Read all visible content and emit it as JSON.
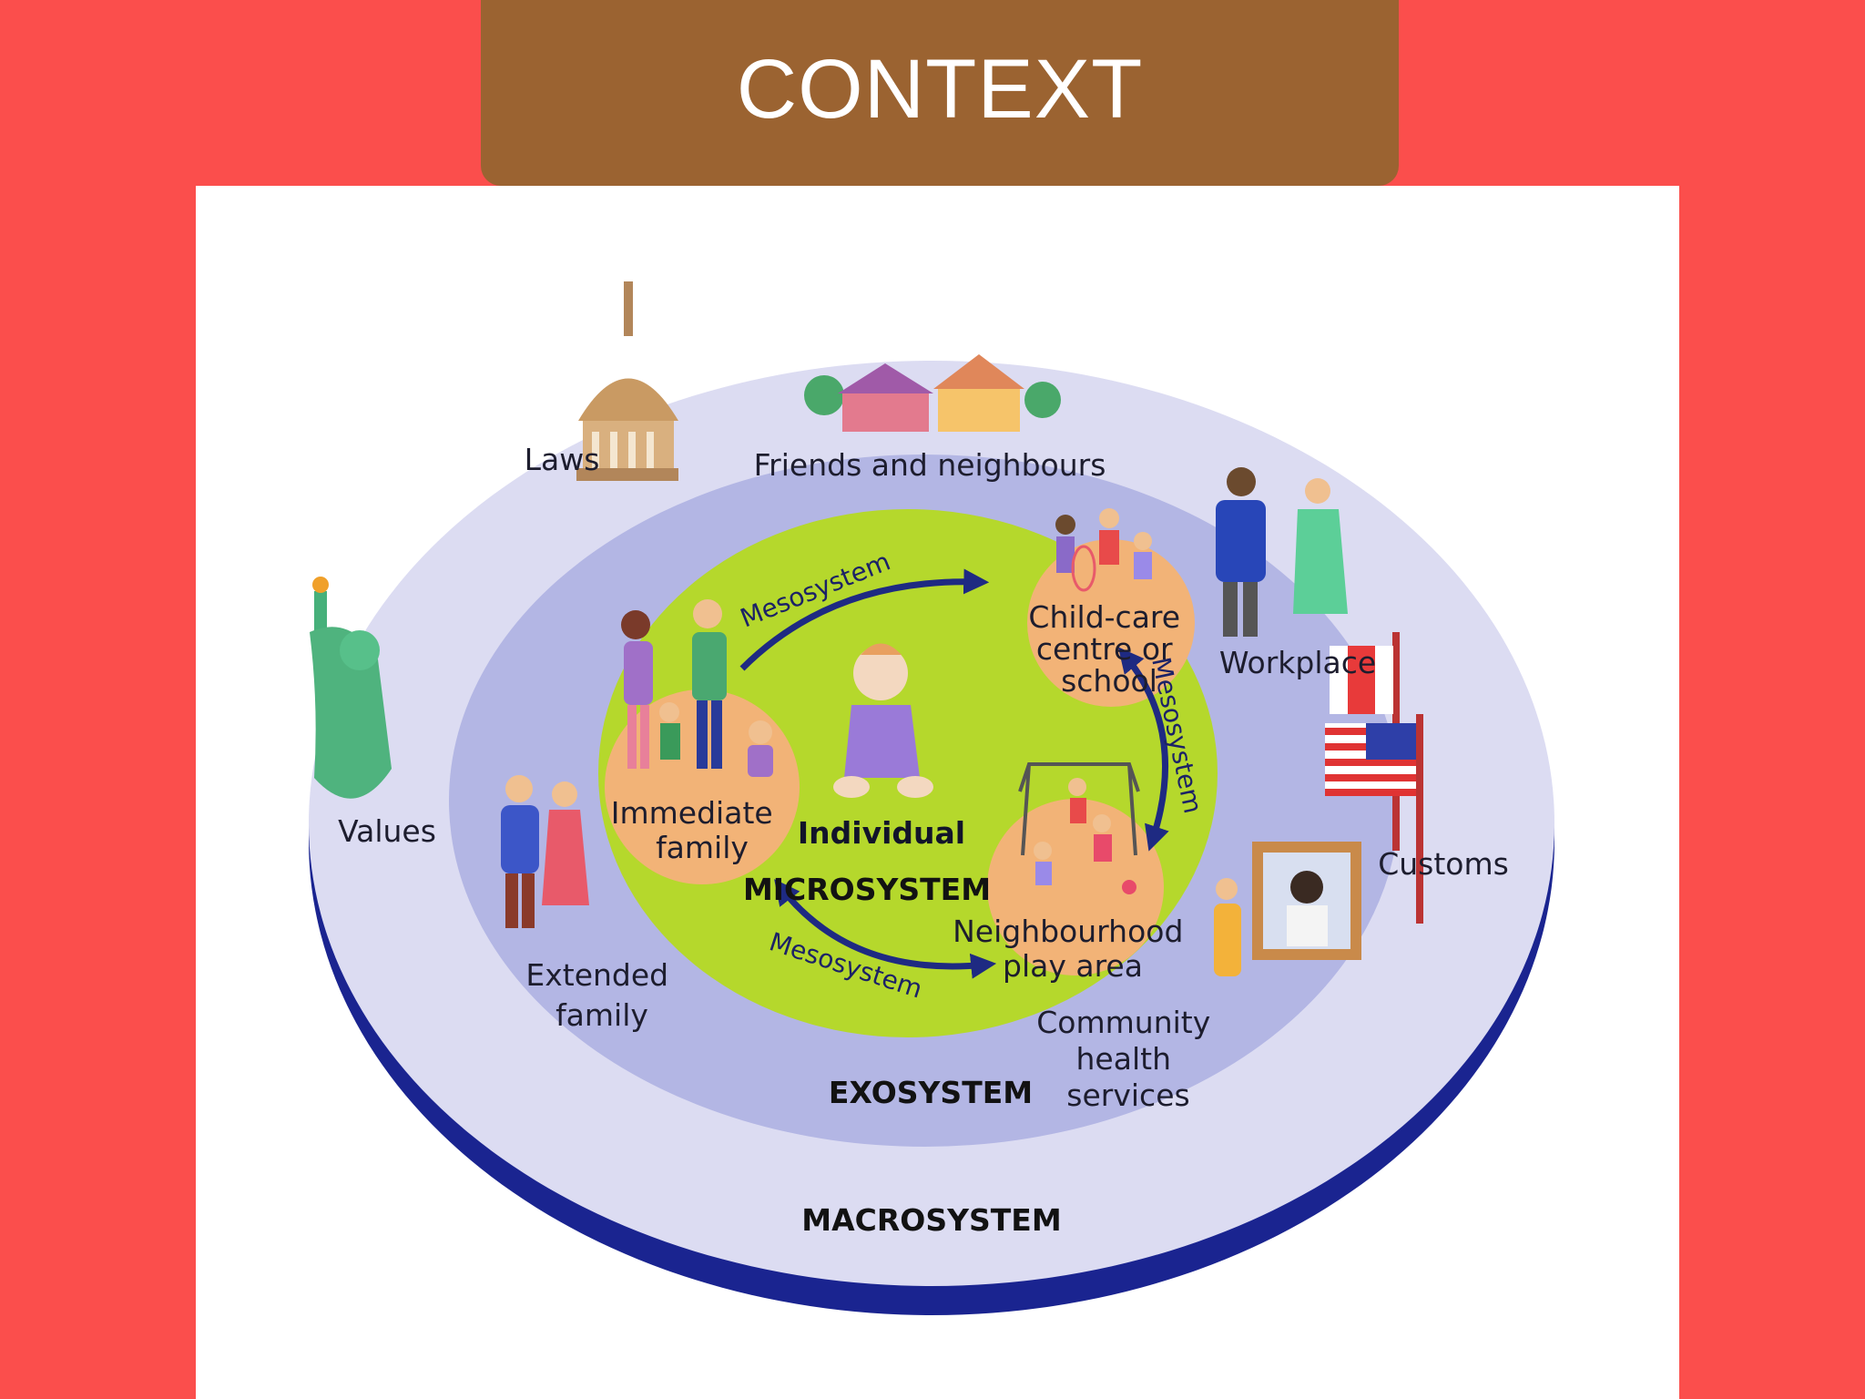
{
  "slide": {
    "title": "CONTEXT"
  },
  "diagram": {
    "levels": {
      "macrosystem": "MACROSYSTEM",
      "exosystem": "EXOSYSTEM",
      "microsystem": "MICROSYSTEM",
      "individual": "Individual"
    },
    "macro_items": {
      "laws": "Laws",
      "values": "Values",
      "customs": "Customs"
    },
    "exo_items": {
      "friends": "Friends and neighbours",
      "workplace": "Workplace",
      "extended_family": [
        "Extended",
        "family"
      ],
      "community_health": [
        "Community",
        "health",
        "services"
      ]
    },
    "micro_items": {
      "immediate_family": [
        "Immediate",
        "family"
      ],
      "childcare": [
        "Child-care",
        "centre or",
        "school"
      ],
      "play_area": [
        "Neighbourhood",
        "play area"
      ]
    },
    "mesosystem_label": "Mesosystem"
  },
  "colors": {
    "background": "#fb4e4c",
    "title_bar": "#9b6331",
    "macro_ring": "#dcdcf2",
    "exo_ring": "#b3b6e4",
    "micro_area": "#b5d82c",
    "settings_circle": "#f2b377",
    "arrow": "#1e2a82"
  }
}
